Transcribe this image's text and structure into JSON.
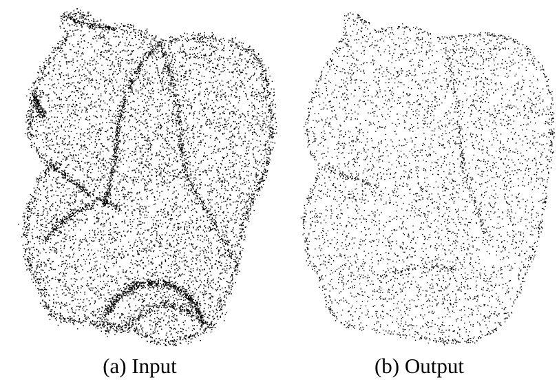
{
  "figure": {
    "panels": [
      {
        "caption": "(a) Input",
        "kind": "noisy-point-cloud",
        "point_color": "#000000"
      },
      {
        "caption": "(b) Output",
        "kind": "denoised-point-cloud",
        "point_color": "#000000"
      }
    ]
  }
}
